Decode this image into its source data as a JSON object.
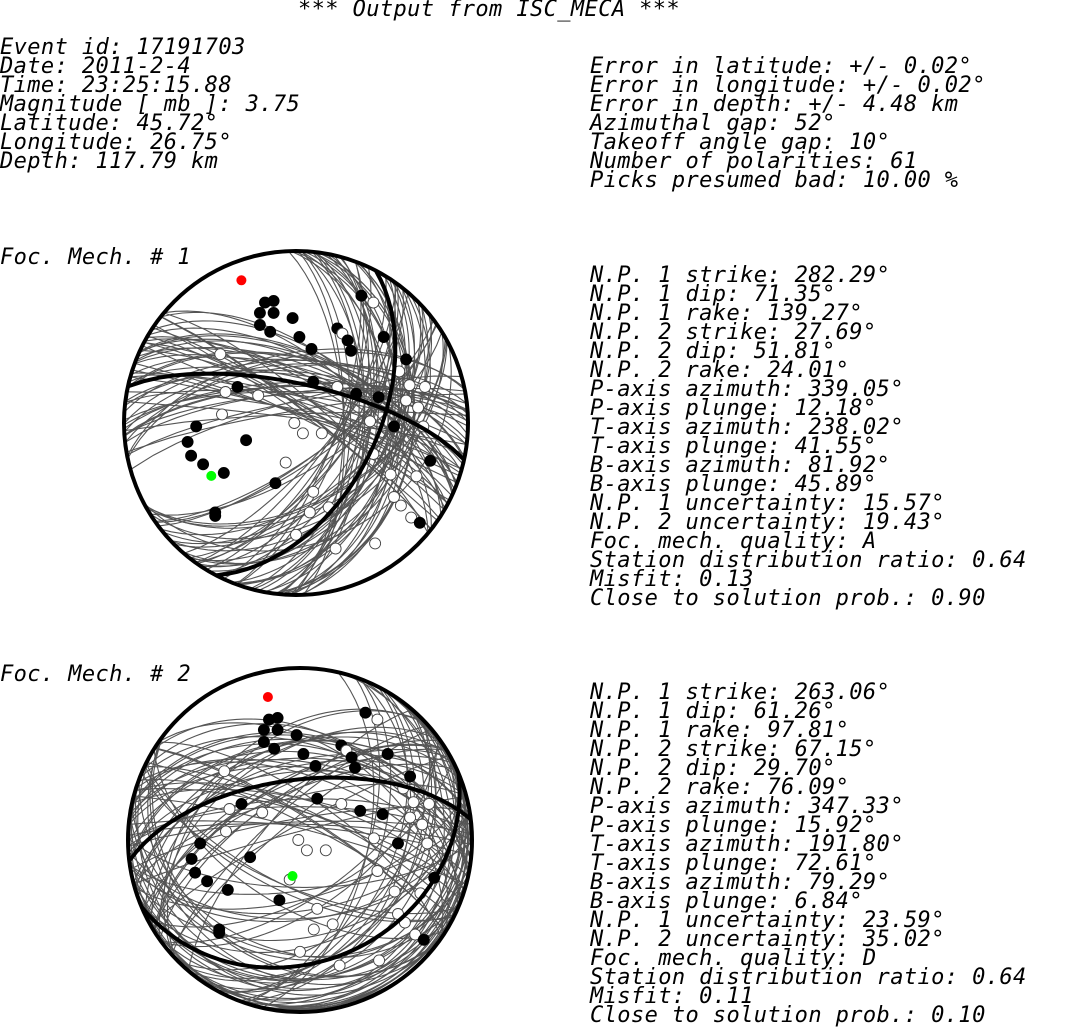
{
  "header": {
    "title": "*** Output from ISC_MECA ***"
  },
  "event": {
    "lines": [
      "Event id: 17191703",
      "Date: 2011-2-4",
      "Time: 23:25:15.88",
      "Magnitude [ mb ]: 3.75",
      "Latitude: 45.72°",
      "Longitude: 26.75°",
      "Depth: 117.79 km"
    ]
  },
  "errors": {
    "lines": [
      "Error in latitude: +/- 0.02°",
      "Error in longitude: +/- 0.02°",
      "Error in depth: +/- 4.48 km",
      "Azimuthal gap: 52°",
      "Takeoff angle gap: 10°",
      "Number of polarities: 61",
      "Picks presumed bad: 10.00 %"
    ]
  },
  "mechanisms": [
    {
      "label": "Foc. Mech. # 1",
      "lines": [
        "N.P. 1 strike: 282.29°",
        "N.P. 1 dip: 71.35°",
        "N.P. 1 rake: 139.27°",
        "N.P. 2 strike: 27.69°",
        "N.P. 2 dip: 51.81°",
        "N.P. 2 rake: 24.01°",
        "P-axis azimuth: 339.05°",
        "P-axis plunge: 12.18°",
        "T-axis azimuth: 238.02°",
        "T-axis plunge: 41.55°",
        "B-axis azimuth: 81.92°",
        "B-axis plunge: 45.89°",
        "N.P. 1 uncertainty: 15.57°",
        "N.P. 2 uncertainty: 19.43°",
        "Foc. mech. quality: A",
        "Station distribution ratio: 0.64",
        "Misfit: 0.13",
        "Close to solution prob.: 0.90"
      ],
      "plane1": {
        "strike": 282.29,
        "dip": 71.35,
        "uncertainty": 15.57
      },
      "plane2": {
        "strike": 27.69,
        "dip": 51.81,
        "uncertainty": 19.43
      },
      "p_axis": {
        "azimuth": 339.05,
        "plunge": 12.18
      },
      "t_axis": {
        "azimuth": 238.02,
        "plunge": 41.55
      }
    },
    {
      "label": "Foc. Mech. # 2",
      "lines": [
        "N.P. 1 strike: 263.06°",
        "N.P. 1 dip: 61.26°",
        "N.P. 1 rake: 97.81°",
        "N.P. 2 strike: 67.15°",
        "N.P. 2 dip: 29.70°",
        "N.P. 2 rake: 76.09°",
        "P-axis azimuth: 347.33°",
        "P-axis plunge: 15.92°",
        "T-axis azimuth: 191.80°",
        "T-axis plunge: 72.61°",
        "B-axis azimuth: 79.29°",
        "B-axis plunge: 6.84°",
        "N.P. 1 uncertainty: 23.59°",
        "N.P. 2 uncertainty: 35.02°",
        "Foc. mech. quality: D",
        "Station distribution ratio: 0.64",
        "Misfit: 0.11",
        "Close to solution prob.: 0.10"
      ],
      "plane1": {
        "strike": 263.06,
        "dip": 61.26,
        "uncertainty": 23.59
      },
      "plane2": {
        "strike": 67.15,
        "dip": 29.7,
        "uncertainty": 35.02
      },
      "p_axis": {
        "azimuth": 347.33,
        "plunge": 15.92
      },
      "t_axis": {
        "azimuth": 191.8,
        "plunge": 72.61
      }
    }
  ],
  "colors": {
    "outline": "#000000",
    "uncertainty_lines": "#555555",
    "compression": "#000000",
    "dilatation": "#ffffff",
    "p_axis": "#00ff00",
    "t_axis": "#ff0000"
  }
}
